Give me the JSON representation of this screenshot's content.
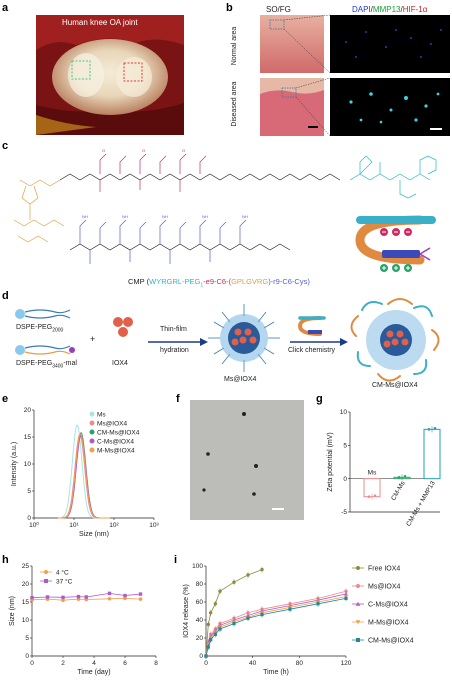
{
  "panels": {
    "a": {
      "label": "a",
      "title": "Human knee OA joint"
    },
    "b": {
      "label": "b",
      "sofg": "SO/FG",
      "stain_dapi": "DAPI",
      "stain_mmp13": "MMP13",
      "stain_hif": "HIF-1α",
      "row1": "Normal area",
      "row2": "Diseased area"
    },
    "c": {
      "label": "c",
      "caption_prefix": "CMP (",
      "seg1": "WYRGRL-PEG",
      "seg1_sub": "1",
      "seg2": "-e9-C6-(",
      "seg3": "GPLGVRG",
      "seg4": ")-r9-C6-Cys)"
    },
    "d": {
      "label": "d",
      "dspe1": "DSPE-PEG",
      "dspe1_sub": "2000",
      "dspe2": "DSPE-PEG",
      "dspe2_sub": "3400",
      "dspe2_suffix": "-mal",
      "plus": "+",
      "iox4": "IOX4",
      "step1_line1": "Thin-film",
      "step1_line2": "hydration",
      "product1": "Ms@IOX4",
      "step2": "Click chemistry",
      "product2": "CM-Ms@IOX4"
    },
    "e": {
      "label": "e"
    },
    "f": {
      "label": "f"
    },
    "g": {
      "label": "g"
    },
    "h": {
      "label": "h"
    },
    "i": {
      "label": "i"
    }
  },
  "colors": {
    "Ms": "#a8e6e0",
    "Ms@IOX4": "#f08a8a",
    "CM-Ms@IOX4": "#2aa36a",
    "C-Ms@IOX4": "#b259c7",
    "M-Ms@IOX4": "#f0a04a",
    "free": "#8c8c3c",
    "navy": "#1a3a8a"
  },
  "chart_data": [
    {
      "id": "e",
      "type": "line",
      "xlabel": "Size (nm)",
      "ylabel": "Intensity (a.u.)",
      "x_scale": "log",
      "xlim": [
        1,
        1000
      ],
      "ylim": [
        0,
        20
      ],
      "xticks": [
        "10⁰",
        "10¹",
        "10²",
        "10³"
      ],
      "yticks": [
        "0",
        "5",
        "10",
        "15",
        "20"
      ],
      "legend": "top-right",
      "series": [
        {
          "name": "Ms",
          "peak_x": 12,
          "peak_y": 17.2,
          "color": "#a8e6e0"
        },
        {
          "name": "Ms@IOX4",
          "peak_x": 14,
          "peak_y": 15.5,
          "color": "#f08a8a"
        },
        {
          "name": "CM-Ms@IOX4",
          "peak_x": 15,
          "peak_y": 15.8,
          "color": "#2aa36a"
        },
        {
          "name": "C-Ms@IOX4",
          "peak_x": 15,
          "peak_y": 15.3,
          "color": "#b259c7"
        },
        {
          "name": "M-Ms@IOX4",
          "peak_x": 14.5,
          "peak_y": 15.6,
          "color": "#f0a04a"
        }
      ]
    },
    {
      "id": "g",
      "type": "bar",
      "ylabel": "Zeta potential (mV)",
      "ylim": [
        -5,
        10
      ],
      "yticks": [
        "-5",
        "0",
        "5",
        "10"
      ],
      "categories": [
        "Ms",
        "CM-Ms",
        "CM-Ms + MMP13"
      ],
      "values": [
        -2.7,
        0.2,
        7.4
      ],
      "colors": [
        "#f08a8a",
        "#2aa36a",
        "#1ea0b8"
      ]
    },
    {
      "id": "h",
      "type": "line",
      "xlabel": "Time (day)",
      "ylabel": "Size (nm)",
      "xlim": [
        0,
        8
      ],
      "ylim": [
        0,
        25
      ],
      "xticks": [
        "0",
        "2",
        "4",
        "6",
        "8"
      ],
      "yticks": [
        "0",
        "5",
        "10",
        "15",
        "20",
        "25"
      ],
      "legend": "top-left",
      "series": [
        {
          "name": "4 °C",
          "color": "#f0a04a",
          "x": [
            0,
            1,
            2,
            3,
            3.5,
            5,
            6,
            7
          ],
          "y": [
            15.6,
            15.8,
            15.5,
            15.8,
            15.7,
            15.9,
            16.0,
            15.8
          ]
        },
        {
          "name": "37 °C",
          "color": "#b259c7",
          "x": [
            0,
            1,
            2,
            3,
            3.5,
            5,
            6,
            7
          ],
          "y": [
            16.2,
            16.4,
            16.3,
            16.5,
            16.4,
            17.4,
            16.8,
            17.2
          ]
        }
      ]
    },
    {
      "id": "i",
      "type": "line",
      "xlabel": "Time (h)",
      "ylabel": "IOX4 release (%)",
      "xlim": [
        0,
        120
      ],
      "ylim": [
        0,
        100
      ],
      "xticks": [
        "0",
        "40",
        "80",
        "120"
      ],
      "yticks": [
        "0",
        "20",
        "40",
        "60",
        "80",
        "100"
      ],
      "legend": "right",
      "series": [
        {
          "name": "Free IOX4",
          "color": "#8c8c3c",
          "x": [
            0,
            2,
            4,
            8,
            12,
            24,
            36,
            48
          ],
          "y": [
            0,
            35,
            48,
            58,
            72,
            82,
            90,
            96
          ]
        },
        {
          "name": "Ms@IOX4",
          "color": "#f08a8a",
          "x": [
            0,
            2,
            4,
            8,
            12,
            24,
            36,
            48,
            72,
            96,
            120
          ],
          "y": [
            0,
            16,
            24,
            30,
            36,
            42,
            48,
            52,
            58,
            64,
            72
          ]
        },
        {
          "name": "C-Ms@IOX4",
          "color": "#b259c7",
          "x": [
            0,
            2,
            4,
            8,
            12,
            24,
            36,
            48,
            72,
            96,
            120
          ],
          "y": [
            0,
            14,
            22,
            28,
            34,
            40,
            45,
            50,
            56,
            62,
            69
          ]
        },
        {
          "name": "M-Ms@IOX4",
          "color": "#f0a04a",
          "x": [
            0,
            2,
            4,
            8,
            12,
            24,
            36,
            48,
            72,
            96,
            120
          ],
          "y": [
            0,
            12,
            20,
            26,
            32,
            38,
            43,
            48,
            54,
            60,
            66
          ]
        },
        {
          "name": "CM-Ms@IOX4",
          "color": "#1e8a9a",
          "x": [
            0,
            2,
            4,
            8,
            12,
            24,
            36,
            48,
            72,
            96,
            120
          ],
          "y": [
            0,
            10,
            18,
            24,
            30,
            36,
            42,
            46,
            52,
            58,
            64
          ]
        }
      ]
    }
  ]
}
